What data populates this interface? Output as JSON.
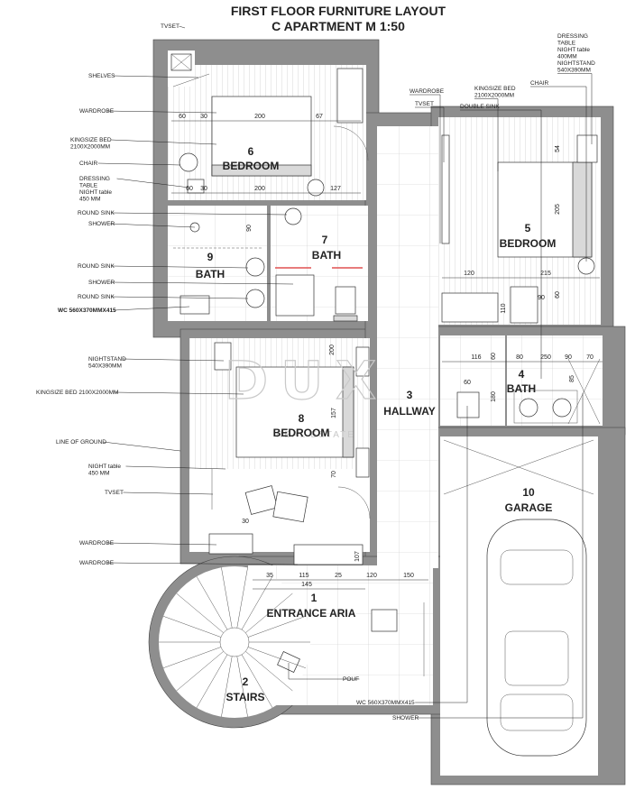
{
  "title": {
    "line1": "FIRST FLOOR FURNITURE LAYOUT",
    "line2": "C APARTMENT M 1:50"
  },
  "rooms": [
    {
      "key": "bedroom6",
      "number": "6",
      "name": "BEDROOM"
    },
    {
      "key": "bath9",
      "number": "9",
      "name": "BATH"
    },
    {
      "key": "bath7",
      "number": "7",
      "name": "BATH"
    },
    {
      "key": "bedroom8",
      "number": "8",
      "name": "BEDROOM"
    },
    {
      "key": "hallway3",
      "number": "3",
      "name": "HALLWAY"
    },
    {
      "key": "bedroom5",
      "number": "5",
      "name": "BEDROOM"
    },
    {
      "key": "bath4",
      "number": "4",
      "name": "BATH"
    },
    {
      "key": "garage10",
      "number": "10",
      "name": "GARAGE"
    },
    {
      "key": "entrance1",
      "number": "1",
      "name": "ENTRANCE ARIA"
    },
    {
      "key": "stairs2",
      "number": "2",
      "name": "STAIRS"
    }
  ],
  "labels_left": [
    {
      "key": "tvset_top",
      "lines": [
        "TVSET"
      ]
    },
    {
      "key": "shelves",
      "lines": [
        "SHELVES"
      ]
    },
    {
      "key": "wardrobe_6",
      "lines": [
        "WARDROBE"
      ]
    },
    {
      "key": "kingsize_6",
      "lines": [
        "KINGSIZE BED",
        "2100X2000MM"
      ]
    },
    {
      "key": "chair_6",
      "lines": [
        "CHAIR"
      ]
    },
    {
      "key": "dressing_6",
      "lines": [
        "DRESSING",
        "TABLE",
        "NIGHT table",
        "450 MM"
      ]
    },
    {
      "key": "roundsink_7",
      "lines": [
        "ROUND SINK"
      ]
    },
    {
      "key": "shower_9a",
      "lines": [
        "SHOWER"
      ]
    },
    {
      "key": "roundsink_9a",
      "lines": [
        "ROUND SINK"
      ]
    },
    {
      "key": "shower_9b",
      "lines": [
        "SHOWER"
      ]
    },
    {
      "key": "roundsink_9b",
      "lines": [
        "ROUND SINK"
      ]
    },
    {
      "key": "wc_9",
      "lines": [
        "WC  560X370MMX415"
      ]
    },
    {
      "key": "nightstand_8",
      "lines": [
        "NIGHTSTAND",
        "540X390MM"
      ]
    },
    {
      "key": "kingsize_8",
      "lines": [
        "KINGSIZE BED 2100X2000MM"
      ]
    },
    {
      "key": "lineground",
      "lines": [
        "LINE OF GROUND"
      ]
    },
    {
      "key": "nighttable_8",
      "lines": [
        "NIGHT table",
        "450 MM"
      ]
    },
    {
      "key": "tvset_8",
      "lines": [
        "TVSET"
      ]
    },
    {
      "key": "wardrobe_8a",
      "lines": [
        "WARDROBE"
      ]
    },
    {
      "key": "wardrobe_8b",
      "lines": [
        "WARDROBE"
      ]
    }
  ],
  "labels_right": [
    {
      "key": "dressing_5",
      "lines": [
        "DRESSING",
        "TABLE",
        "NIGHT table",
        "400MM",
        "NIGHTSTAND",
        "540X390MM"
      ]
    },
    {
      "key": "kingsize_5",
      "lines": [
        "KINGSIZE BED",
        "2100X2000MM"
      ]
    },
    {
      "key": "chair_5",
      "lines": [
        "CHAIR"
      ]
    },
    {
      "key": "wardrobe_5",
      "lines": [
        "WARDROBE"
      ]
    },
    {
      "key": "tvset_5",
      "lines": [
        "TVSET"
      ]
    },
    {
      "key": "doublesink_5",
      "lines": [
        "DOUBLE SINK"
      ]
    }
  ],
  "labels_bottom": [
    {
      "key": "pouf",
      "lines": [
        "POUF"
      ]
    },
    {
      "key": "wc_4",
      "lines": [
        "WC  560X370MMX415"
      ]
    },
    {
      "key": "shower_4",
      "lines": [
        "SHOWER"
      ]
    }
  ],
  "dimensions": [
    "60",
    "30",
    "200",
    "67",
    "60",
    "30",
    "200",
    "127",
    "90",
    "120",
    "215",
    "54",
    "205",
    "116",
    "80",
    "250",
    "90",
    "70",
    "60",
    "110",
    "180",
    "85",
    "60",
    "200",
    "157",
    "30",
    "107",
    "35",
    "115",
    "25",
    "120",
    "150",
    "145",
    "60",
    "70",
    "90"
  ],
  "watermark": {
    "main": "DUX",
    "sub": "REAL ESTATE"
  }
}
